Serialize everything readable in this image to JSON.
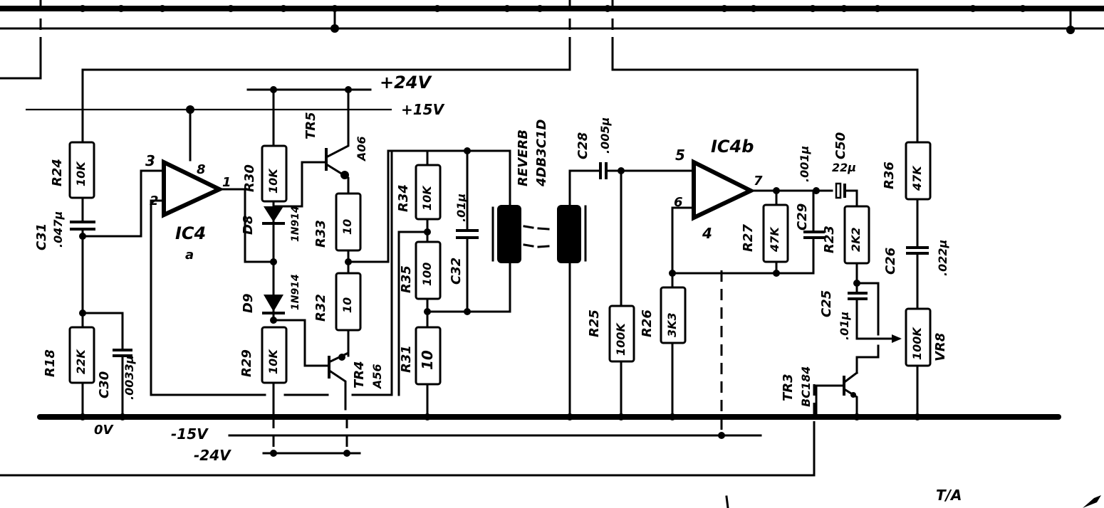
{
  "diagram": {
    "type": "electronic-schematic",
    "rails": {
      "plus24": "+24V",
      "plus15": "+15V",
      "zero": "0V",
      "minus15": "-15V",
      "minus24": "-24V"
    },
    "ics": {
      "ic4a": {
        "ref": "IC4",
        "sub": "a",
        "pins": {
          "in_plus": "3",
          "in_minus": "2",
          "vcc": "8",
          "out": "1"
        }
      },
      "ic4b": {
        "ref": "IC4b",
        "pins": {
          "in_plus": "5",
          "in_minus": "6",
          "vee": "4",
          "out": "7"
        }
      }
    },
    "resistors": [
      {
        "ref": "R24",
        "value": "10K"
      },
      {
        "ref": "R18",
        "value": "22K"
      },
      {
        "ref": "R30",
        "value": "10K"
      },
      {
        "ref": "R29",
        "value": "10K"
      },
      {
        "ref": "R33",
        "value": "10"
      },
      {
        "ref": "R32",
        "value": "10"
      },
      {
        "ref": "R34",
        "value": "10K"
      },
      {
        "ref": "R35",
        "value": "100"
      },
      {
        "ref": "R31",
        "value": "10"
      },
      {
        "ref": "R25",
        "value": "100K"
      },
      {
        "ref": "R26",
        "value": "3K3"
      },
      {
        "ref": "R27",
        "value": "47K"
      },
      {
        "ref": "R23",
        "value": "2K2"
      },
      {
        "ref": "R36",
        "value": "47K"
      },
      {
        "ref": "VR8",
        "value": "100K"
      }
    ],
    "capacitors": [
      {
        "ref": "C31",
        "value": ".047µ"
      },
      {
        "ref": "C30",
        "value": ".0033µ"
      },
      {
        "ref": "C32",
        "value": ".01µ"
      },
      {
        "ref": "C28",
        "value": ".005µ"
      },
      {
        "ref": "C29",
        "value": ".001µ"
      },
      {
        "ref": "C50",
        "value": "22µ"
      },
      {
        "ref": "C25",
        "value": ".01µ"
      },
      {
        "ref": "C26",
        "value": ".022µ"
      }
    ],
    "diodes": [
      {
        "ref": "D8",
        "value": "1N914"
      },
      {
        "ref": "D9",
        "value": "1N914"
      }
    ],
    "transistors": [
      {
        "ref": "TR5",
        "value": "A06"
      },
      {
        "ref": "TR4",
        "value": "A56"
      },
      {
        "ref": "TR3",
        "value": "BC184"
      }
    ],
    "heads": {
      "ref": "REVERB",
      "value": "4DB3C1D"
    },
    "footer_label": "T/A"
  }
}
